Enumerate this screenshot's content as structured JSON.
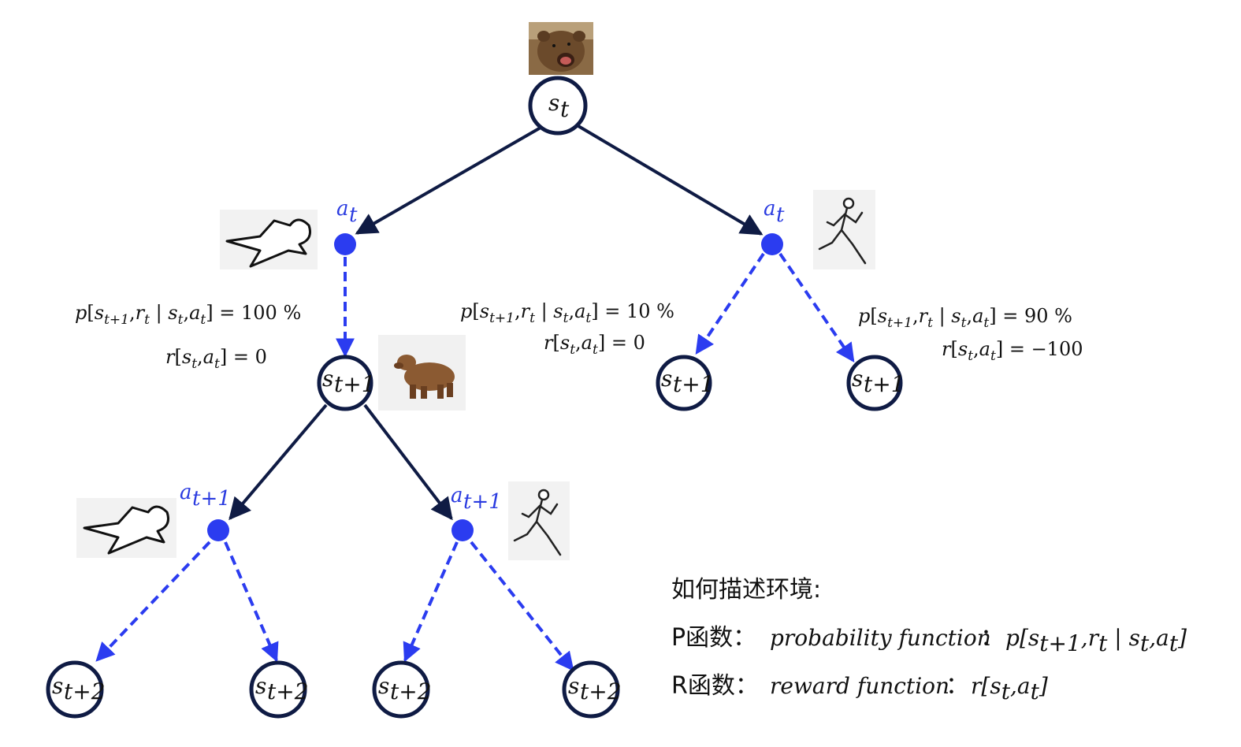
{
  "colors": {
    "tree_edge": "#0f1b44",
    "action_node": "#2b3cf0",
    "dashed_edge": "#2b3cf0",
    "node_stroke": "#0f1b44"
  },
  "nodes": {
    "root": "s_t",
    "root_sub": "t",
    "level1_action_label": "a",
    "level1_action_sub": "t",
    "state_t1": "s",
    "state_t1_sub": "t+1",
    "level2_action_label": "a",
    "level2_action_sub": "t+1",
    "state_t2": "s",
    "state_t2_sub": "t+2"
  },
  "icons": {
    "root_image": "roaring-bear-photo",
    "left_action": "lying-down-figure-icon",
    "right_action": "running-stick-figure-icon",
    "bear_walking": "walking-bear-photo"
  },
  "annotations": {
    "left_prob": "p[s_{t+1}, r_t | s_t, a_t] = 100 %",
    "left_prob_value": "= 100 %",
    "left_reward": "r[s_t, a_t] = 0",
    "left_reward_value": "= 0",
    "mid_prob_value": "= 10 %",
    "mid_reward_value": "= 0",
    "right_prob_value": "= 90 %",
    "right_reward_value": "= −100"
  },
  "legend": {
    "title": "如何描述环境:",
    "p_prefix": "P函数：",
    "p_name": "probability function",
    "p_sep": "：",
    "r_prefix": "R函数：",
    "r_name": "reward function",
    "r_sep": "："
  }
}
